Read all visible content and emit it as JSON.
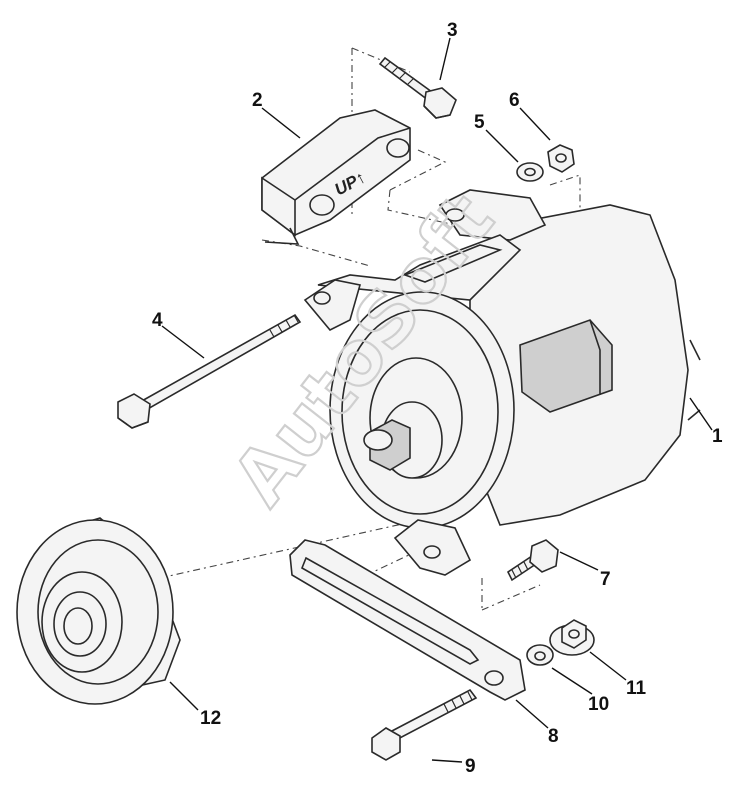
{
  "diagram": {
    "callouts": [
      "1",
      "2",
      "3",
      "4",
      "5",
      "6",
      "7",
      "8",
      "9",
      "10",
      "11",
      "12"
    ],
    "bracket_marking": "UP↑",
    "watermark": "AutoSoft"
  }
}
